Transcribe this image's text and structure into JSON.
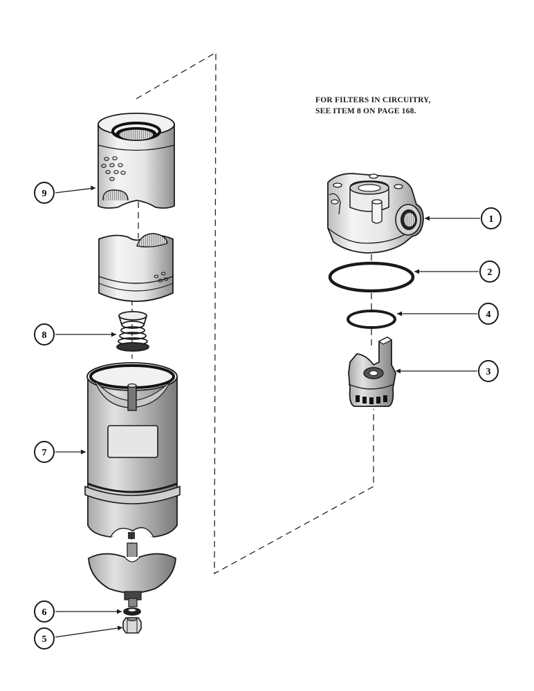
{
  "note": {
    "line1": "FOR FILTERS IN CIRCUITRY,",
    "line2": "SEE ITEM 8 ON PAGE 168."
  },
  "callouts": {
    "c1": "1",
    "c2": "2",
    "c3": "3",
    "c4": "4",
    "c5": "5",
    "c6": "6",
    "c7": "7",
    "c8": "8",
    "c9": "9"
  },
  "colors": {
    "ink": "#1a1a1a",
    "part_fill": "#ededed",
    "shade": "#9a9a9a",
    "dark": "#2a2a2a"
  }
}
